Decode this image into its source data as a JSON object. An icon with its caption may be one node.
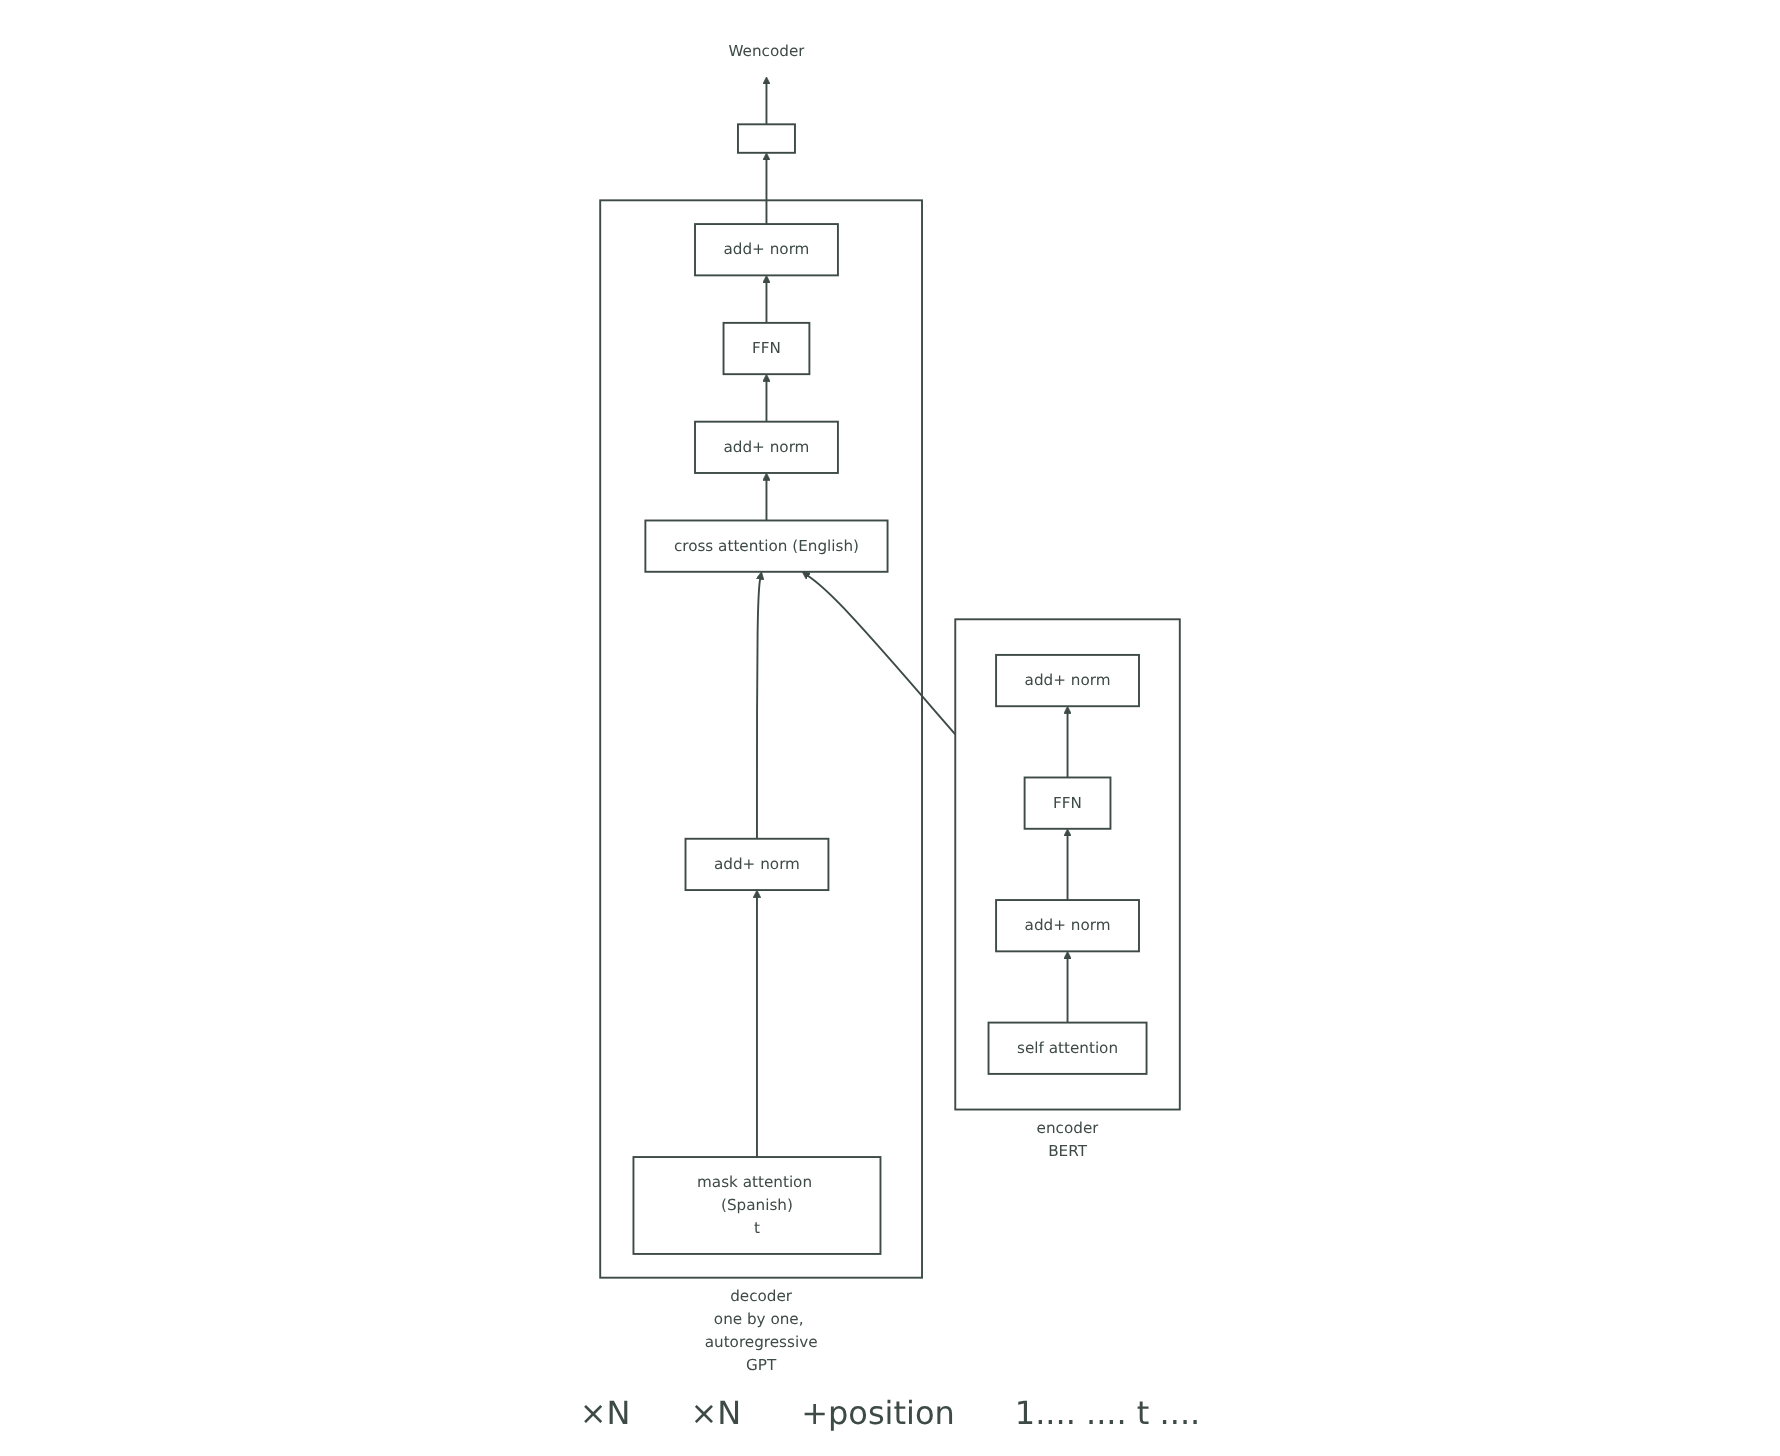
{
  "diagram": {
    "nodes": [
      {
        "text": [
          "encoder",
          "BERT"
        ]
      },
      {
        "text": [
          "add+ norm"
        ],
        "in": 0
      },
      {
        "text": [
          "FFN"
        ],
        "in": 0
      },
      {
        "text": [
          "add+ norm"
        ],
        "in": 0
      },
      {
        "text": [
          "self attention"
        ],
        "in": 0
      },
      {
        "text": [
          "decoder",
          "one by one, autoregressive",
          "GPT"
        ]
      },
      {
        "text": [
          "add+ norm"
        ],
        "in": 5
      },
      {
        "text": [
          "FFN"
        ],
        "in": 5
      },
      {
        "text": [
          "add+ norm"
        ],
        "in": 5
      },
      {
        "text": [
          "cross attention (English)"
        ],
        "in": 5
      },
      {
        "text": [
          "add+ norm"
        ],
        "in": 5
      },
      {
        "text": [
          "mask attention (Spanish)",
          "t"
        ],
        "in": 5
      },
      {
        "text": [],
        "shape": "box"
      },
      {
        "text": [
          "Wencoder"
        ]
      }
    ],
    "edges": [
      {
        "from": 4,
        "to": 3,
        "arrow": "to"
      },
      {
        "from": 3,
        "to": 2,
        "arrow": "to"
      },
      {
        "from": 2,
        "to": 1,
        "arrow": "to"
      },
      {
        "from": 0,
        "to": 9,
        "arrow": "to"
      },
      {
        "from": 11,
        "to": 10,
        "arrow": "to"
      },
      {
        "from": 10,
        "to": 9,
        "arrow": "to"
      },
      {
        "from": 9,
        "to": 8,
        "arrow": "to"
      },
      {
        "from": 8,
        "to": 7,
        "arrow": "to"
      },
      {
        "from": 7,
        "to": 6,
        "arrow": "to"
      },
      {
        "from": 6,
        "to": 12,
        "arrow": "to"
      },
      {
        "from": 12,
        "to": 13,
        "arrow": "to"
      }
    ],
    "labels": [
      "×N",
      "×N",
      "+position",
      "1.... .... t ...."
    ]
  }
}
